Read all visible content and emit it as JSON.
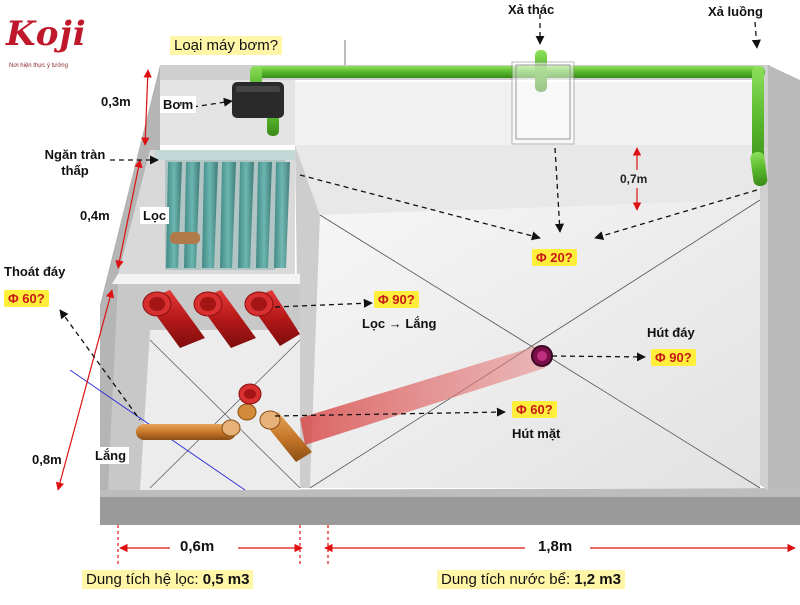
{
  "logo": {
    "name": "Koji",
    "tagline": "Nơi hiện thực ý tưởng"
  },
  "labels": {
    "pump_question": "Loại máy bơm?",
    "waterfall_outlet": "Xả thác",
    "stream_outlet": "Xả luồng",
    "pump": "Bơm",
    "low_overflow": "Ngăn tràn thấp",
    "filter": "Lọc",
    "bottom_drain": "Thoát đáy",
    "settling": "Lắng",
    "filter_to_settling": "Lọc → Lắng",
    "bottom_suction": "Hút đáy",
    "surface_suction": "Hút mặt"
  },
  "pipe_sizes": {
    "outlet": "Φ 20?",
    "filter_to_settling": "Φ 90?",
    "bottom_drain": "Φ 60?",
    "bottom_suction": "Φ 90?",
    "surface_suction": "Φ 60?"
  },
  "dimensions": {
    "pump_height": "0,3m",
    "filter_height": "0,4m",
    "settling_height": "0,8m",
    "wall_height": "0,7m",
    "filter_width": "0,6m",
    "pond_width": "1,8m"
  },
  "capacity": {
    "filter_label": "Dung tích hệ lọc: ",
    "filter_value": "0,5 m3",
    "pond_label": "Dung tích nước bể: ",
    "pond_value": "1,2 m3"
  },
  "colors": {
    "green_pipe": "#5fc331",
    "red_pipe": "#c71c1c",
    "orange_pipe": "#c8782a",
    "highlight": "#ffef3a",
    "highlight_text": "#c81818",
    "logo": "#c0182b"
  }
}
